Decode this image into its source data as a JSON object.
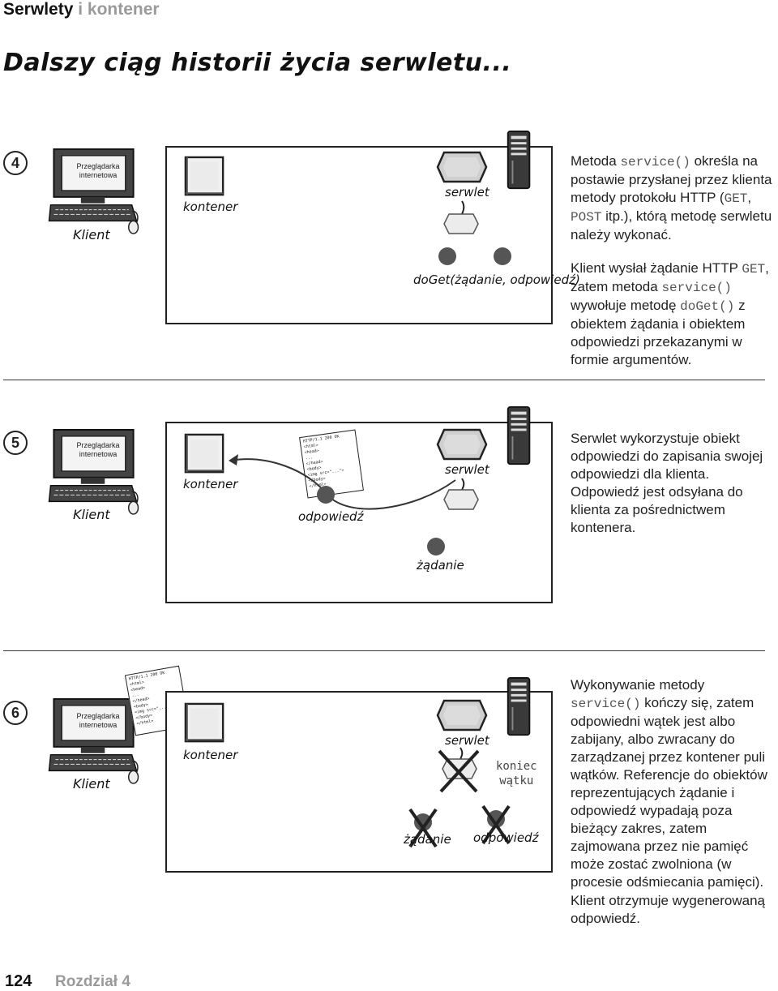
{
  "header": {
    "section_bold": "Serwlety",
    "section_rest": "i kontener"
  },
  "title": "Dalszy ciąg historii życia serwletu...",
  "labels": {
    "browser_line1": "Przeglądarka",
    "browser_line2": "internetowa",
    "client": "Klient",
    "container": "kontener",
    "servlet": "serwlet",
    "doget_call": "doGet(żądanie, odpowiedź)",
    "response": "odpowiedź",
    "request": "żądanie",
    "thread_end_1": "koniec",
    "thread_end_2": "wątku"
  },
  "steps": [
    {
      "number": "4",
      "desc_a": {
        "t1": "Metoda ",
        "c1": "service()",
        "t2": " określa na postawie przysłanej przez klienta metody protokołu HTTP (",
        "c2": "GET",
        "t3": ", ",
        "c3": "POST",
        "t4": " itp.), którą metodę serwletu należy wykonać."
      },
      "desc_b": {
        "t1": "Klient wysłał żądanie HTTP ",
        "c1": "GET",
        "t2": ", zatem metoda ",
        "c2": "service()",
        "t3": " wywołuje metodę ",
        "c3": "doGet()",
        "t4": " z obiektem żądania i obiektem odpowiedzi przekazanymi w formie argumentów."
      }
    },
    {
      "number": "5",
      "desc": "Serwlet wykorzystuje obiekt odpowiedzi do zapisania swojej odpowiedzi dla klienta. Odpowiedź jest odsyłana do klienta za pośrednictwem kontenera."
    },
    {
      "number": "6",
      "desc_a": {
        "t1": "Wykonywanie metody ",
        "c1": "service()",
        "t2": " kończy się, zatem odpowiedni wątek jest albo zabijany, albo zwracany do zarządzanej przez kontener puli wątków. Referencje do obiektów reprezentujących żądanie i odpowiedź wypadają poza bieżący zakres, zatem zajmowana przez nie pamięć może zostać zwolniona (w procesie odśmiecania pamięci)."
      },
      "desc_b": "Klient otrzymuje wygenerowaną odpowiedź."
    }
  ],
  "html_doc": {
    "l1": "HTTP/1.1 200 OK",
    "l2": "<html>",
    "l3": "<head>",
    "l4": "...",
    "l5": "</head>",
    "l6": "<body>",
    "l7": "<img src=\"...\">",
    "l8": "</body>",
    "l9": "</html>"
  },
  "footer": {
    "page_number": "124",
    "chapter": "Rozdział 4"
  },
  "colors": {
    "ink": "#222222",
    "muted": "#9a9a9a",
    "object_fill": "#555555",
    "hex_fill": "#cfcfcf"
  }
}
